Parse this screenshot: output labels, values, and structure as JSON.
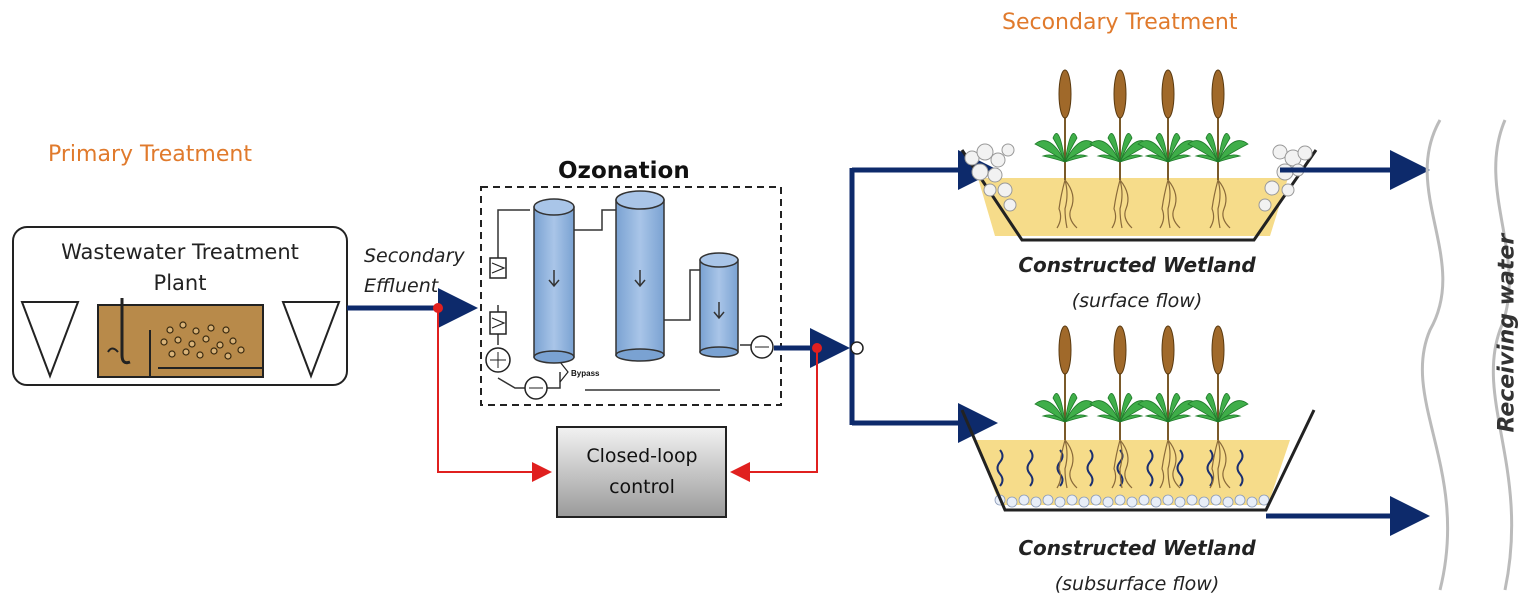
{
  "stages": {
    "secondary": "Secondary Treatment",
    "primary": "Primary Treatment"
  },
  "wwtp": {
    "title_line1": "Wastewater Treatment",
    "title_line2": "Plant"
  },
  "effluent": {
    "line1": "Secondary",
    "line2": "Effluent"
  },
  "ozonation": {
    "title": "Ozonation",
    "bypass": "Bypass"
  },
  "control": {
    "line1": "Closed-loop",
    "line2": "control"
  },
  "wetlands": {
    "surface": {
      "name": "Constructed Wetland",
      "flow": "(surface flow)"
    },
    "subsurface": {
      "name": "Constructed Wetland",
      "flow": "(subsurface flow)"
    }
  },
  "receiving": "Receiving water",
  "colors": {
    "flow_arrow": "#0d2a6b",
    "control_line": "#e0201f",
    "stage_label": "#e07a2c",
    "tank_fill": "#8fb2dc",
    "sludge": "#b88a4a",
    "wetland_water": "#f6dc8a",
    "reed_leaf": "#3fae49",
    "reed_head": "#a0692a"
  }
}
